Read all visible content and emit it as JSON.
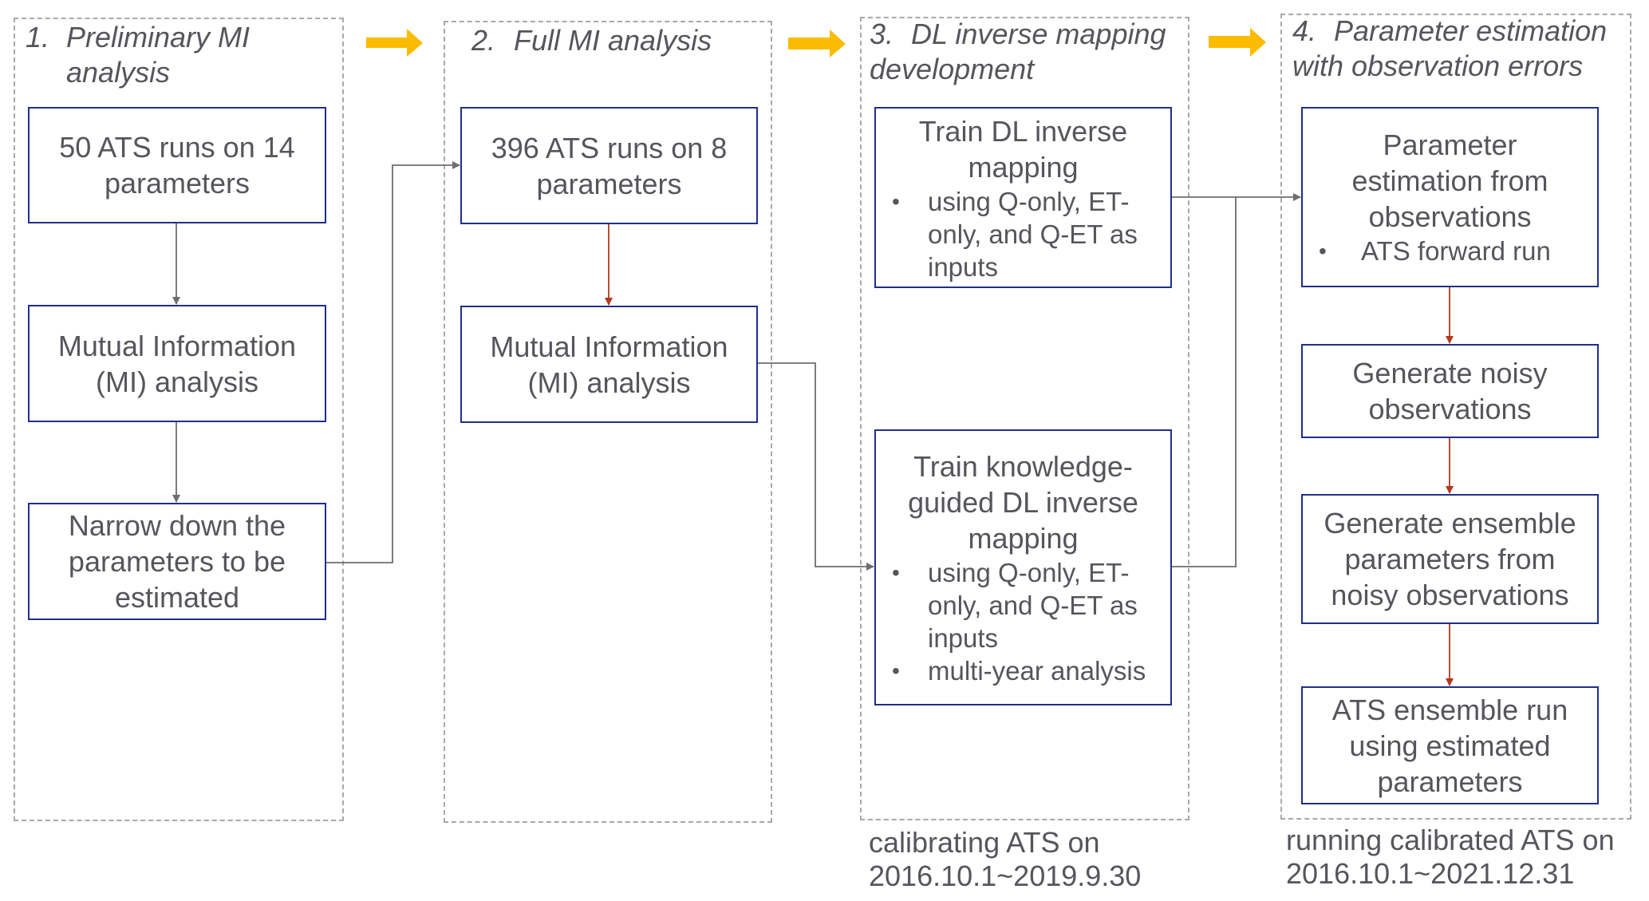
{
  "panels": [
    {
      "number": "1.",
      "title_lines": [
        "Preliminary MI",
        "analysis"
      ],
      "boxes": [
        {
          "text": "50 ATS runs on 14 parameters"
        },
        {
          "text": "Mutual Information (MI) analysis"
        },
        {
          "text": "Narrow down the parameters to be estimated"
        }
      ]
    },
    {
      "number": "2.",
      "title_lines": [
        "Full MI analysis"
      ],
      "boxes": [
        {
          "text": "396 ATS runs on 8 parameters"
        },
        {
          "text": "Mutual Information (MI) analysis"
        }
      ]
    },
    {
      "number": "3.",
      "title_lines": [
        "DL inverse mapping",
        "development"
      ],
      "boxes": [
        {
          "text": "Train DL inverse mapping",
          "bullets": [
            "using Q-only, ET-only, and Q-ET as inputs"
          ]
        },
        {
          "text": "Train knowledge-guided DL inverse mapping",
          "bullets": [
            "using Q-only, ET-only, and Q-ET as inputs",
            "multi-year analysis"
          ]
        }
      ],
      "caption_lines": [
        "calibrating ATS on",
        "2016.10.1~2019.9.30"
      ]
    },
    {
      "number": "4.",
      "title_lines": [
        "Parameter estimation",
        "with observation errors"
      ],
      "boxes": [
        {
          "text": "Parameter estimation from observations",
          "bullets": [
            "ATS forward run"
          ]
        },
        {
          "text": "Generate noisy observations"
        },
        {
          "text": "Generate ensemble parameters from noisy observations"
        },
        {
          "text": "ATS ensemble run using estimated parameters"
        }
      ],
      "caption_lines": [
        "running calibrated ATS on",
        "2016.10.1~2021.12.31"
      ]
    }
  ],
  "bullet_glyph": "•",
  "colors": {
    "stage_arrow": "#fbbb00",
    "box_border": "#1f2f8c",
    "connector_gray": "#6e6e72",
    "connector_red": "#b3381c",
    "panel_border": "#a9a9a9",
    "text": "#54565b"
  }
}
